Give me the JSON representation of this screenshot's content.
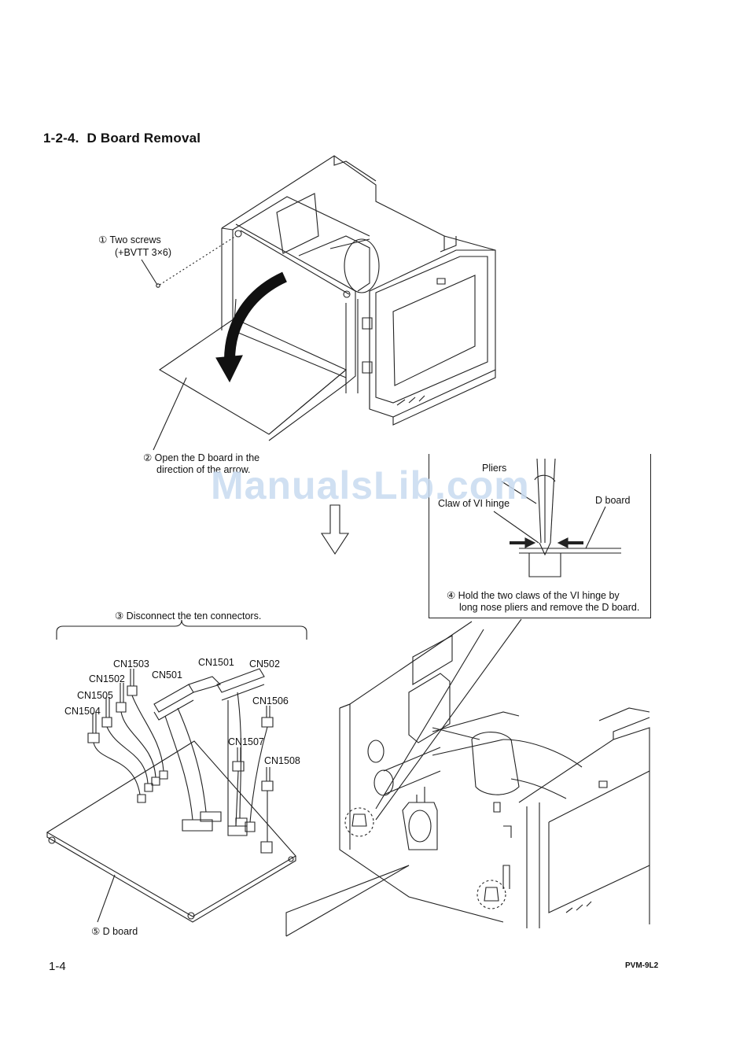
{
  "section": {
    "number": "1-2-4.",
    "title": "D Board Removal"
  },
  "steps": {
    "step1_line1": "① Two screws",
    "step1_line2": "(+BVTT 3×6)",
    "step2_line1": "② Open the D board in the",
    "step2_line2": "direction of the arrow.",
    "step3": "③ Disconnect the ten connectors.",
    "step4_line1": "④ Hold the two claws of the VI hinge by",
    "step4_line2": "long nose pliers and remove the D board.",
    "step5": "⑤ D board"
  },
  "inset": {
    "pliers": "Pliers",
    "claw": "Claw of VI hinge",
    "dboard": "D board"
  },
  "connectors": [
    "CN1503",
    "CN1502",
    "CN1505",
    "CN1504",
    "CN501",
    "CN1501",
    "CN502",
    "CN1506",
    "CN1507",
    "CN1508"
  ],
  "footer": {
    "page": "1-4",
    "model": "PVM-9L2"
  },
  "watermark": "ManualsLib.com"
}
